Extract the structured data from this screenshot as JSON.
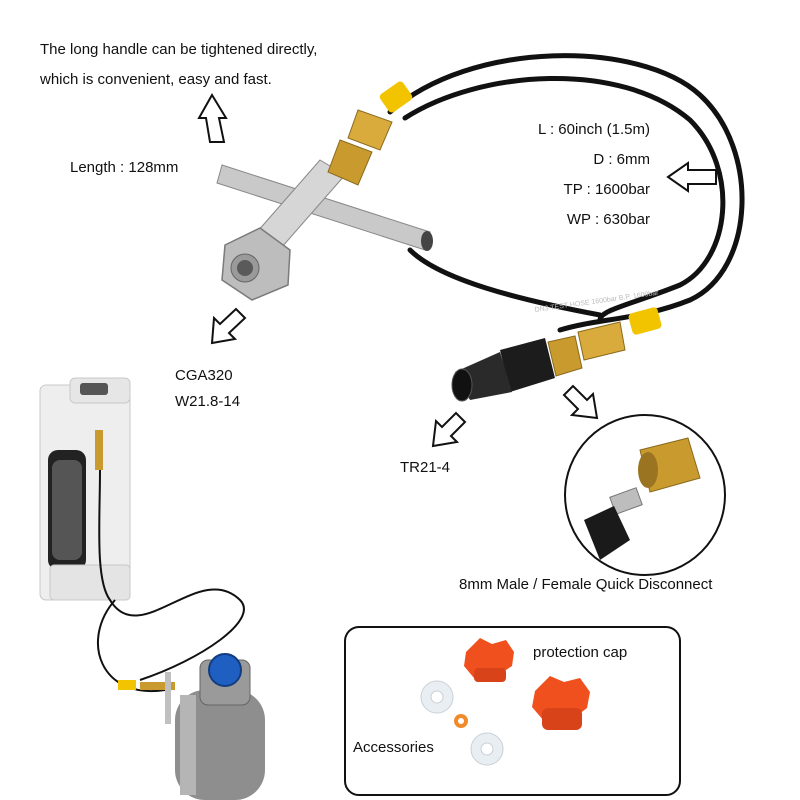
{
  "captions": {
    "handle_note_line1": "The long handle can be tightened directly,",
    "handle_note_line2": "which is convenient, easy and fast.",
    "length": "Length : 128mm",
    "cga_line1": "CGA320",
    "cga_line2": "W21.8-14",
    "tr": "TR21-4",
    "quick_disconnect": "8mm Male / Female Quick Disconnect",
    "protection_cap": "protection cap",
    "accessories": "Accessories"
  },
  "hose_specs": [
    {
      "text": "L : 60inch (1.5m)"
    },
    {
      "text": "D : 6mm"
    },
    {
      "text": "TP : 1600bar"
    },
    {
      "text": "WP : 630bar"
    }
  ],
  "hose_print": "DN3 TEST HOSE 1600bar B.P. 1600bar",
  "colors": {
    "hose": "#111111",
    "brass": "#c99a2e",
    "yellow_sleeve": "#f2c400",
    "steel": "#c9c9c9",
    "cap_orange": "#f0501e",
    "cylinder_grey": "#8e8e8e",
    "regulator_blue": "#1f5fc2"
  }
}
